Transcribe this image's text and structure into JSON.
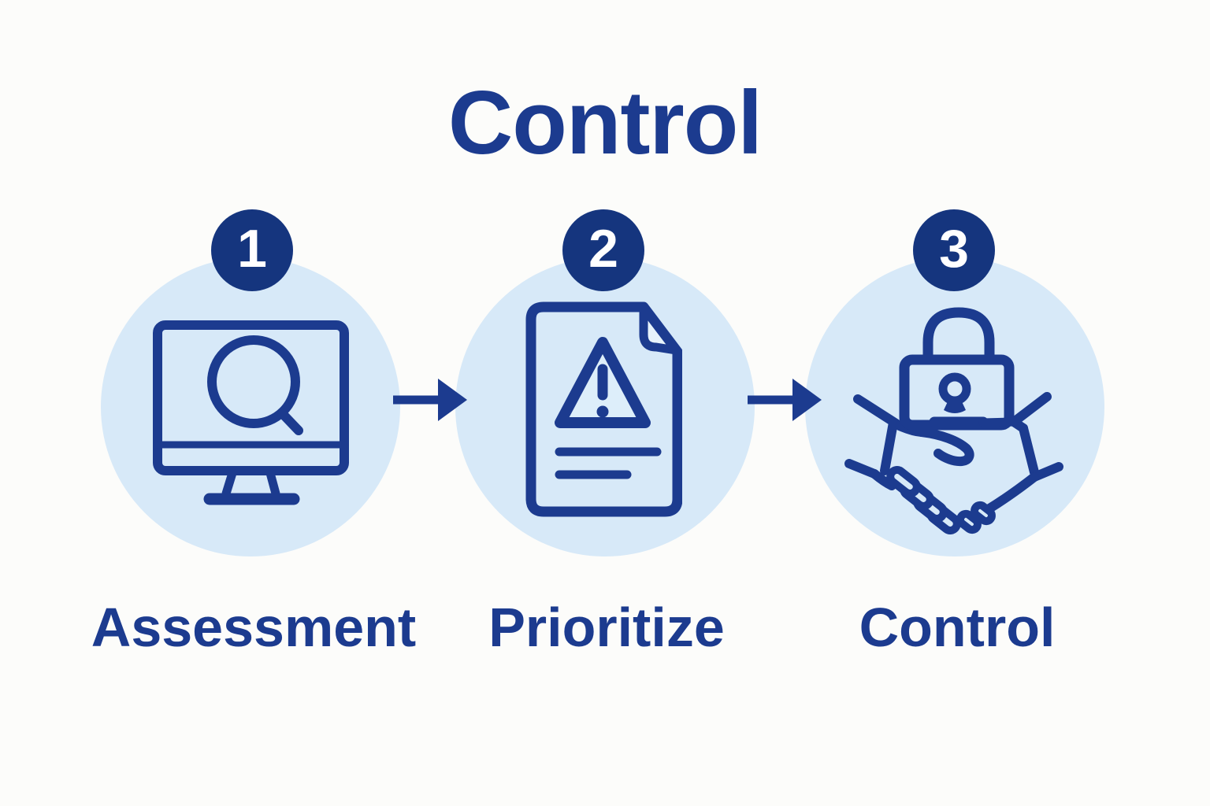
{
  "title": "Control",
  "steps": [
    {
      "number": "1",
      "label": "Assessment",
      "icon": "monitor-search-icon"
    },
    {
      "number": "2",
      "label": "Prioritize",
      "icon": "document-warning-icon"
    },
    {
      "number": "3",
      "label": "Control",
      "icon": "handshake-lock-icon"
    }
  ],
  "arrows": [
    {
      "icon": "arrow-right-icon",
      "direction": "right"
    },
    {
      "icon": "arrow-right-icon",
      "direction": "right"
    }
  ],
  "colors": {
    "background": "#FCFCFA",
    "navy": "#1C3B8F",
    "badge_fill": "#15357E",
    "badge_text": "#FFFFFF",
    "circle_fill": "#D7E9F8",
    "triangle_fill": "#DDEEFA",
    "fold_fill": "#E7F3FB"
  }
}
